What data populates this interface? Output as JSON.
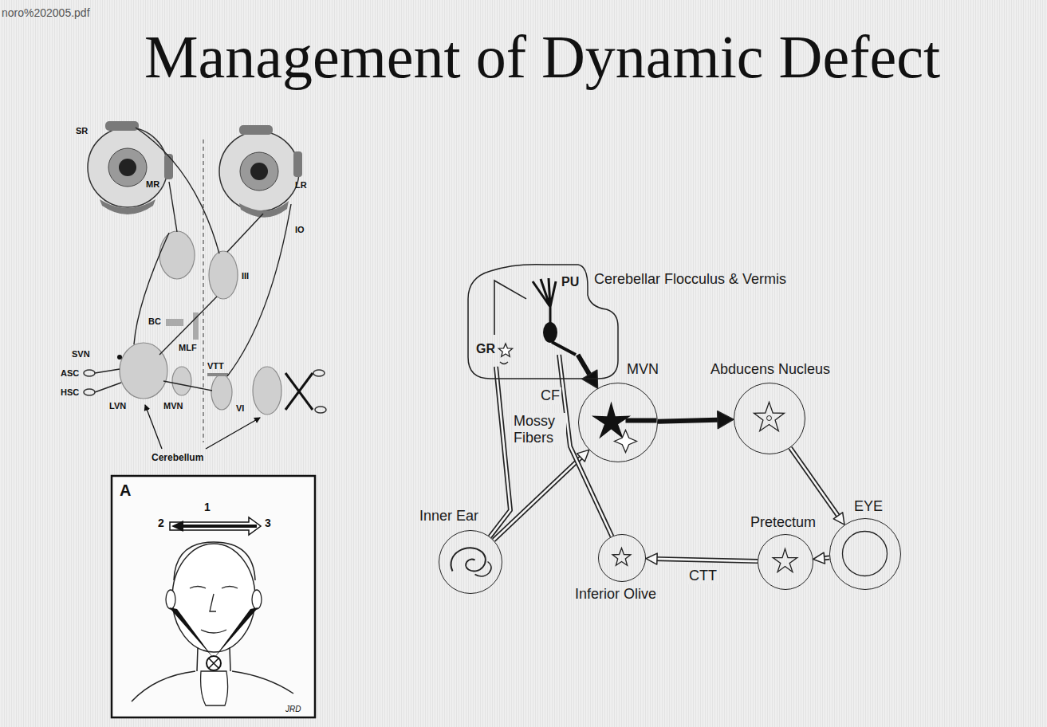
{
  "diagram": {
    "title": "Management of Dynamic Defect",
    "nodes": [
      {
        "text": [
          "Cerebellar Flocculus & Vermis"
        ]
      },
      {
        "text": [
          "PU"
        ],
        "in": 0
      },
      {
        "text": [
          "GR"
        ],
        "in": 0
      },
      {
        "text": [
          "MVN"
        ]
      },
      {
        "text": [
          "Abducens Nucleus"
        ]
      },
      {
        "text": [
          "Inner Ear"
        ]
      },
      {
        "text": [
          "EYE"
        ]
      },
      {
        "text": [
          "Pretectum"
        ]
      },
      {
        "text": [
          "Inferior Olive"
        ]
      }
    ],
    "edges": [
      {
        "from": 5,
        "to": 3,
        "arrow": "to"
      },
      {
        "from": 5,
        "to": 2,
        "label": "Mossy Fibers",
        "arrow": "none"
      },
      {
        "from": 1,
        "to": 3,
        "arrow": "to"
      },
      {
        "from": 3,
        "to": 4,
        "arrow": "to"
      },
      {
        "from": 4,
        "to": 6,
        "arrow": "to"
      },
      {
        "from": 6,
        "to": 7,
        "arrow": "to"
      },
      {
        "from": 7,
        "to": 8,
        "label": "CTT",
        "arrow": "to"
      },
      {
        "from": 8,
        "to": 1,
        "label": "CF",
        "arrow": "none"
      },
      {
        "from": 2,
        "to": 1,
        "arrow": "none"
      }
    ],
    "labels": [
      "noro%202005.pdf",
      "SR",
      "MR",
      "LR",
      "IO",
      "III",
      "BC",
      "MLF",
      "SVN",
      "VTT",
      "ASC",
      "HSC",
      "LVN",
      "MVN",
      "VI",
      "Cerebellum",
      "A",
      "1",
      "2",
      "3",
      "JRD"
    ]
  }
}
